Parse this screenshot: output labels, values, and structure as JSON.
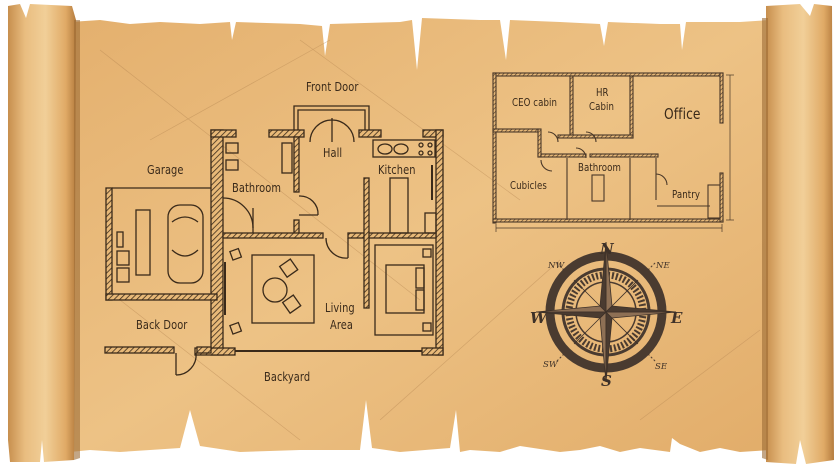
{
  "scene": {
    "description_colors": {
      "parchment": "#e8b978",
      "parchment_light": "#f0cc92",
      "parchment_dark": "#c9904f",
      "ink": "#3a2a1a",
      "background": "#ffffff"
    }
  },
  "house_plan": {
    "rooms": [
      {
        "id": "front_door",
        "label": "Front Door"
      },
      {
        "id": "hall",
        "label": "Hall"
      },
      {
        "id": "garage",
        "label": "Garage"
      },
      {
        "id": "bathroom",
        "label": "Bathroom"
      },
      {
        "id": "kitchen",
        "label": "Kitchen"
      },
      {
        "id": "living_area_1",
        "label": "Living"
      },
      {
        "id": "living_area_2",
        "label": "Area"
      },
      {
        "id": "back_door",
        "label": "Back Door"
      },
      {
        "id": "backyard",
        "label": "Backyard"
      }
    ]
  },
  "office_plan": {
    "rooms": [
      {
        "id": "ceo_cabin",
        "label": "CEO cabin"
      },
      {
        "id": "hr_1",
        "label": "HR"
      },
      {
        "id": "hr_2",
        "label": "Cabin"
      },
      {
        "id": "office",
        "label": "Office"
      },
      {
        "id": "cubicles",
        "label": "Cubicles"
      },
      {
        "id": "bathroom",
        "label": "Bathroom"
      },
      {
        "id": "pantry",
        "label": "Pantry"
      }
    ]
  },
  "compass": {
    "n": "N",
    "s": "S",
    "e": "E",
    "w": "W",
    "ne": "NE",
    "nw": "NW",
    "se": "SE",
    "sw": "SW"
  }
}
